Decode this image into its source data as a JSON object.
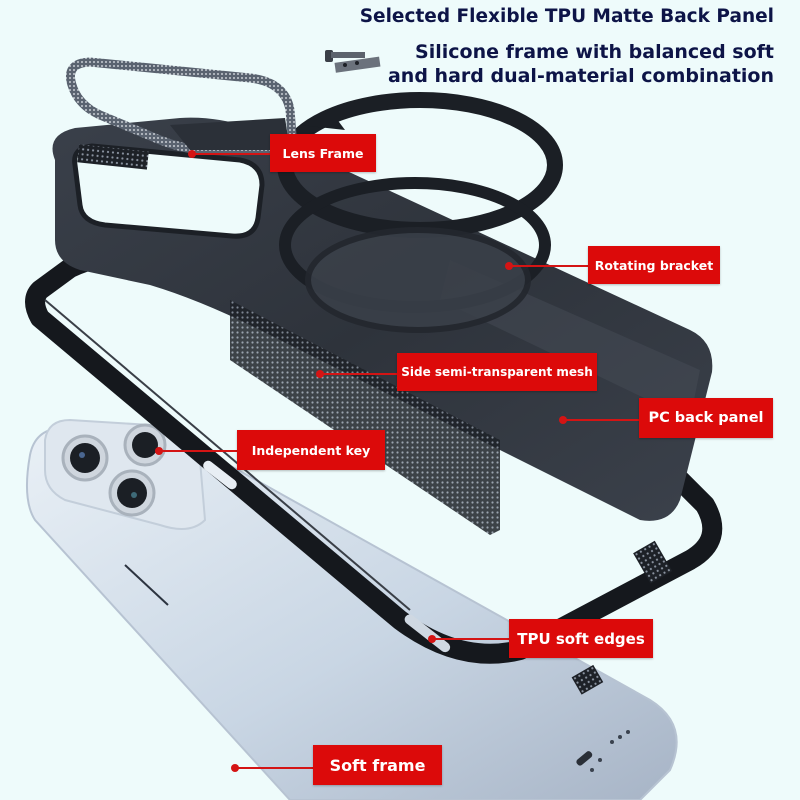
{
  "header": {
    "title": "Selected Flexible TPU Matte Back Panel",
    "subtitle_line1": "Silicone frame with balanced soft",
    "subtitle_line2": "and hard dual-material combination"
  },
  "callouts": [
    {
      "id": "lens-frame",
      "label": "Lens Frame"
    },
    {
      "id": "rotating-bracket",
      "label": "Rotating bracket"
    },
    {
      "id": "side-mesh",
      "label": "Side semi-transparent mesh"
    },
    {
      "id": "pc-back-panel",
      "label": "PC back panel"
    },
    {
      "id": "independent-key",
      "label": "Independent key"
    },
    {
      "id": "tpu-soft-edges",
      "label": "TPU soft edges"
    },
    {
      "id": "soft-frame",
      "label": "Soft frame"
    }
  ],
  "colors": {
    "background": "#eefbfb",
    "headline": "#0d1447",
    "callout_bg": "#dc0a0a",
    "callout_text": "#ffffff",
    "case_dark": "#2b3038",
    "case_black": "#15181d"
  }
}
